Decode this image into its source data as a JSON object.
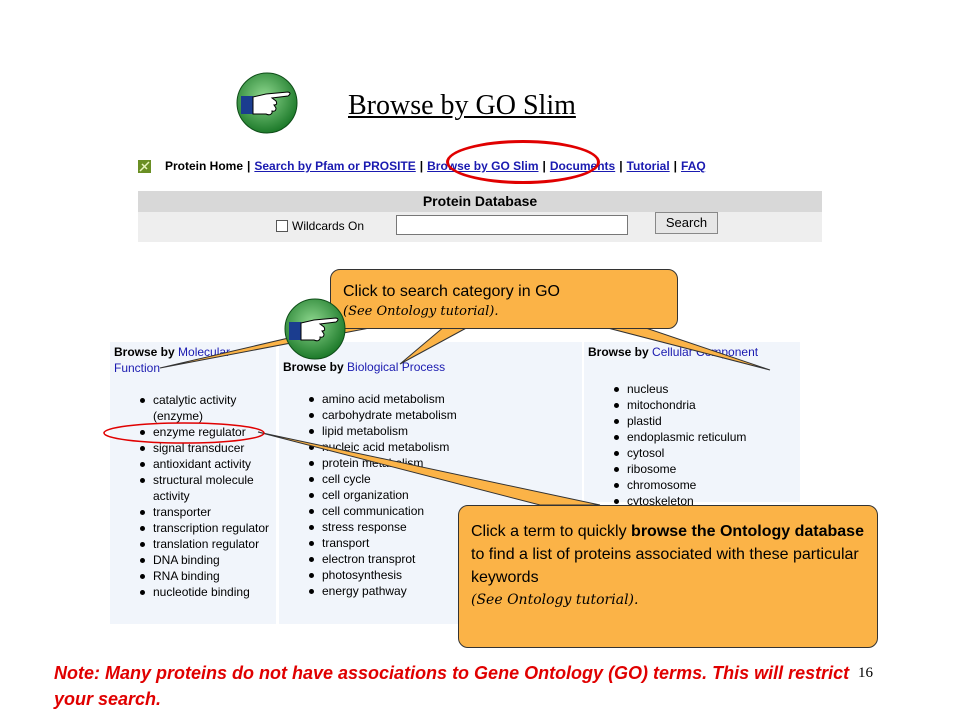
{
  "slide": {
    "title": "Browse by GO Slim",
    "page_number": "16",
    "note": "Note: Many proteins do not have associations to Gene Ontology (GO) terms.  This will restrict your search."
  },
  "nav": {
    "home": "Protein Home",
    "separator": "|",
    "links": [
      "Search by Pfam or PROSITE",
      "Browse by GO Slim",
      "Documents",
      "Tutorial",
      "FAQ"
    ]
  },
  "search": {
    "header": "Protein Database",
    "wildcards_label": "Wildcards On",
    "button": "Search"
  },
  "columns": {
    "mf": {
      "prefix": "Browse by ",
      "link": "Molecular Function",
      "items": [
        "catalytic activity (enzyme)",
        "enzyme regulator",
        "signal transducer",
        "antioxidant activity",
        "structural molecule activity",
        "transporter",
        "transcription regulator",
        "translation regulator",
        "DNA binding",
        "RNA binding",
        "nucleotide binding"
      ]
    },
    "bp": {
      "prefix": "Browse by ",
      "link": "Biological Process",
      "items": [
        "amino acid metabolism",
        "carbohydrate metabolism",
        "lipid metabolism",
        "nucleic acid metabolism",
        "protein metabolism",
        "cell cycle",
        "cell organization",
        "cell communication",
        "stress response",
        "transport",
        "electron transprot",
        "photosynthesis",
        "energy pathway"
      ]
    },
    "cc": {
      "prefix": "Browse by ",
      "link": "Cellular Component",
      "items": [
        "nucleus",
        "mitochondria",
        "plastid",
        "endoplasmic reticulum",
        "cytosol",
        "ribosome",
        "chromosome",
        "cytoskeleton"
      ]
    }
  },
  "callout1": {
    "text": "Click to search category in GO",
    "tutorial": "(See Ontology tutorial)."
  },
  "callout2": {
    "text_start": "Click a term to quickly ",
    "text_bold": "browse the Ontology database",
    "text_end": " to find a list of proteins associated with these particular keywords",
    "tutorial": "(See Ontology tutorial)."
  },
  "colors": {
    "accent_red": "#e00000",
    "callout_orange": "#fbb347",
    "link_blue": "#1a1ab0"
  }
}
